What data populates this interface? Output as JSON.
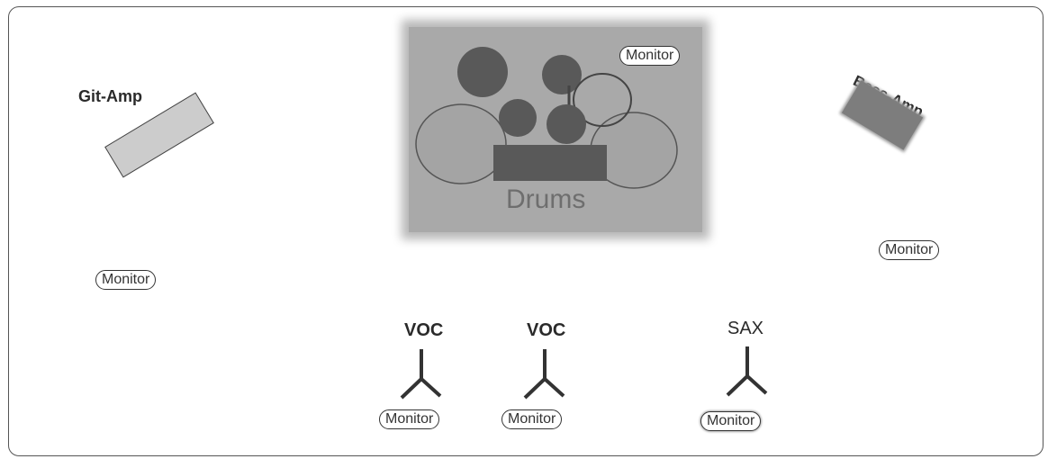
{
  "diagram": {
    "drums": {
      "label": "Drums"
    },
    "git_amp": {
      "label": "Git-Amp"
    },
    "bass_amp": {
      "label": "Bass-Amp"
    },
    "monitors": {
      "drums": "Monitor",
      "left": "Monitor",
      "right": "Monitor",
      "voc1": "Monitor",
      "voc2": "Monitor",
      "sax": "Monitor"
    },
    "mics": {
      "voc1": "VOC",
      "voc2": "VOC",
      "sax": "SAX"
    }
  }
}
